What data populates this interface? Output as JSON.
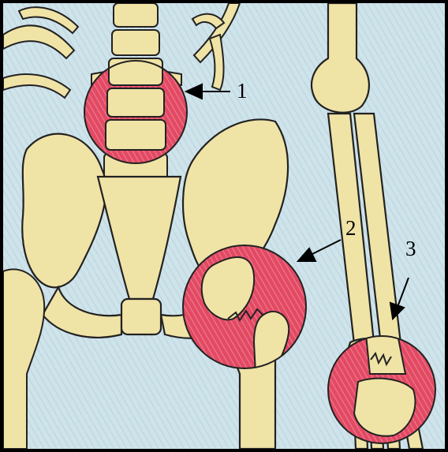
{
  "figure": {
    "background_color": "#cfe3ea",
    "bone_color": "#f0e3a6",
    "outline_color": "#222222",
    "highlight_color": "#e24a64",
    "frame_color": "#000000"
  },
  "callouts": [
    {
      "label": "1",
      "target": "lumbar spine"
    },
    {
      "label": "2",
      "target": "hip"
    },
    {
      "label": "3",
      "target": "wrist"
    }
  ]
}
